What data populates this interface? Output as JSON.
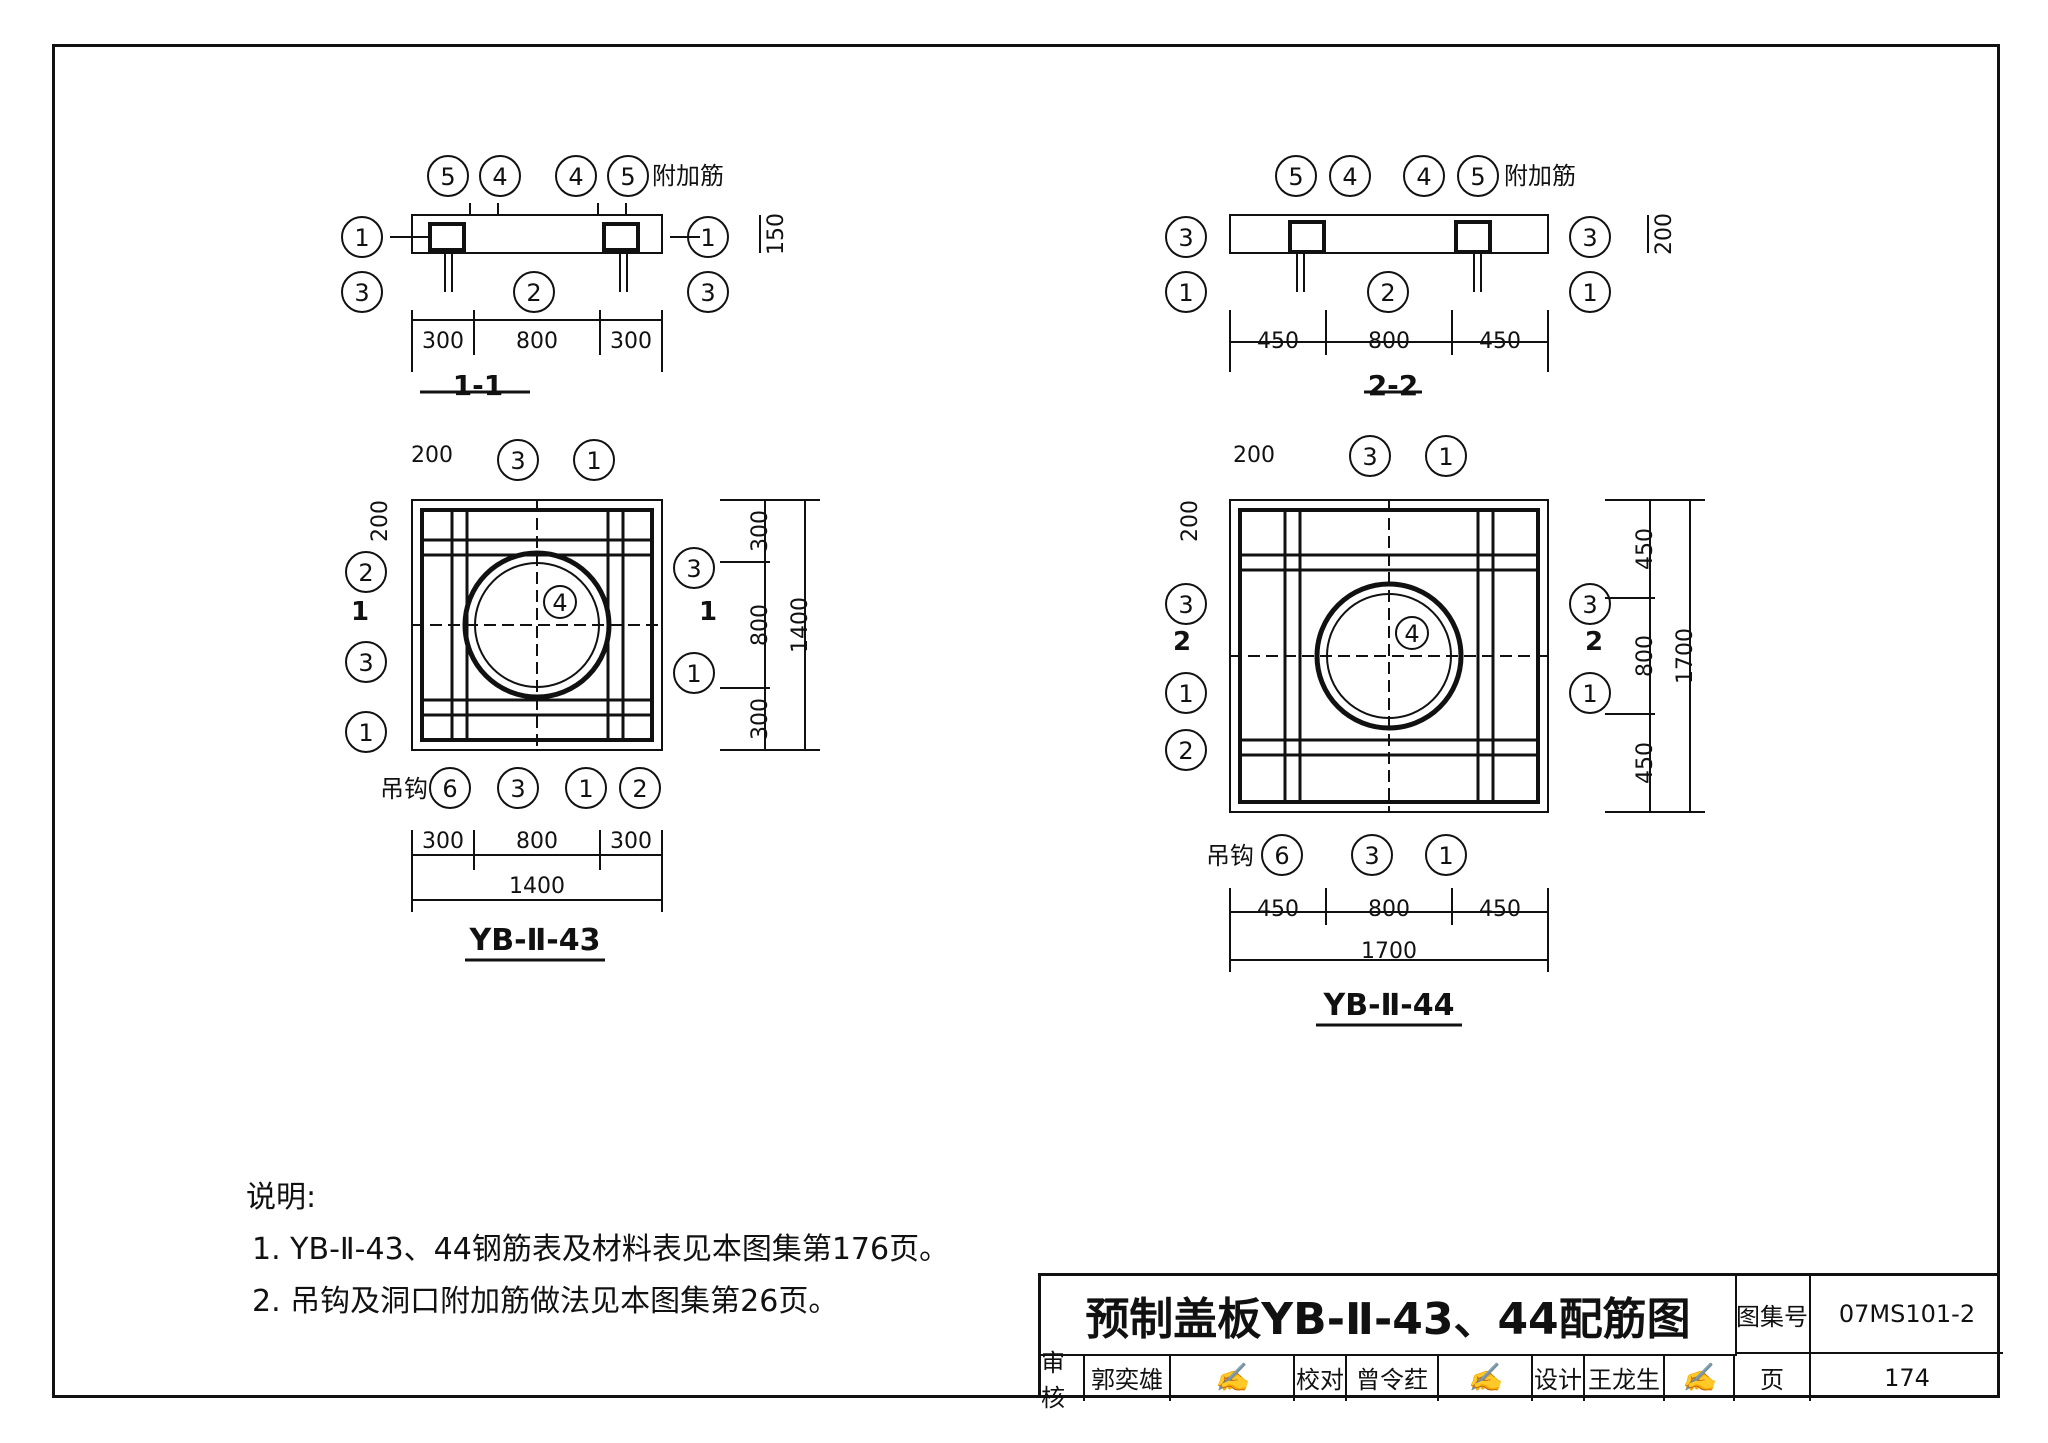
{
  "labels": {
    "circles": [
      "1",
      "2",
      "3",
      "4",
      "5",
      "6"
    ],
    "extra_rebar": "附加筋",
    "hook": "吊钩"
  },
  "section_1_1": {
    "title": "1-1",
    "dims": [
      "300",
      "800",
      "300"
    ],
    "thickness": "150"
  },
  "section_2_2": {
    "title": "2-2",
    "dims": [
      "450",
      "800",
      "450"
    ],
    "thickness": "200"
  },
  "plan_43": {
    "title": "YB-Ⅱ-43",
    "dims_bottom": [
      "300",
      "800",
      "300"
    ],
    "overall": "1400",
    "dims_right": [
      "300",
      "800",
      "300"
    ],
    "edge": "200",
    "section_mark": "1"
  },
  "plan_44": {
    "title": "YB-Ⅱ-44",
    "dims_bottom": [
      "450",
      "800",
      "450"
    ],
    "overall": "1700",
    "dims_right": [
      "450",
      "800",
      "450"
    ],
    "edge": "200",
    "section_mark": "2"
  },
  "notes": {
    "heading": "说明:",
    "items": [
      "1. YB-Ⅱ-43、44钢筋表及材料表见本图集第176页。",
      "2. 吊钩及洞口附加筋做法见本图集第26页。"
    ]
  },
  "title_block": {
    "title": "预制盖板YB-Ⅱ-43、44配筋图",
    "atlas_label": "图集号",
    "atlas_no": "07MS101-2",
    "review_label": "审核",
    "reviewer": "郭奕雄",
    "check_label": "校对",
    "checker": "曾令荭",
    "design_label": "设计",
    "designer": "王龙生",
    "page_label": "页",
    "page_no": "174"
  }
}
